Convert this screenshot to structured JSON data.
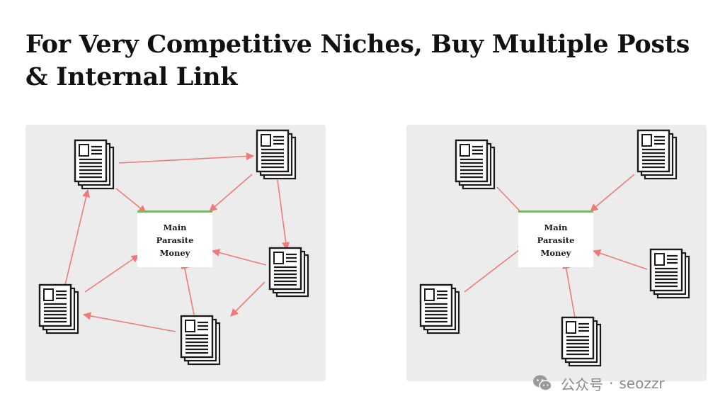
{
  "title": "For Very Competitive Niches, Buy Multiple Posts & Internal Link",
  "colors": {
    "arrow": "#ef7b78",
    "money_border": "#5fcf3b",
    "panel_bg": "#ececed",
    "doc_stroke": "#1a1a1a"
  },
  "money_page": {
    "line1": "Main",
    "line2": "Parasite",
    "line3": "Money"
  },
  "icons": {
    "document": "newspaper-stack-icon",
    "watermark": "wechat-icon"
  },
  "watermark": {
    "channel": "公众号",
    "separator": "·",
    "handle": "seozzr"
  }
}
